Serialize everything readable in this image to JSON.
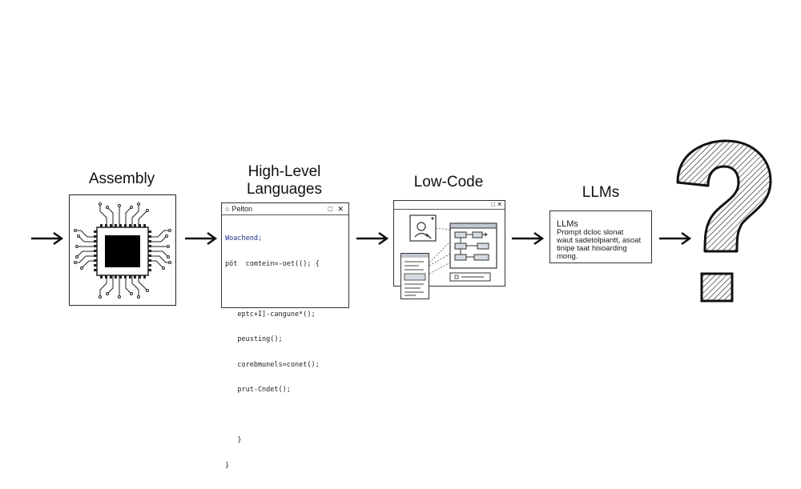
{
  "stages": [
    {
      "id": "assembly",
      "label": "Assembly"
    },
    {
      "id": "high-level",
      "label": "High-Level\nLanguages"
    },
    {
      "id": "low-code",
      "label": "Low-Code"
    },
    {
      "id": "llms",
      "label": "LLMs"
    }
  ],
  "high_level_window": {
    "title": "Pelton",
    "buttons": "□ ✕",
    "code": [
      {
        "text": "Woachend;",
        "kw": true
      },
      {
        "text": "pöt  comtein=-oet((); {",
        "kw": false
      },
      {
        "text": "",
        "kw": false
      },
      {
        "text": "   eptc+I]-cangune*();",
        "kw": false
      },
      {
        "text": "   peusting();",
        "kw": false
      },
      {
        "text": "   corebmunels=conet();",
        "kw": false
      },
      {
        "text": "   prut-Cndet();",
        "kw": false
      },
      {
        "text": "",
        "kw": false
      },
      {
        "text": "   }",
        "kw": false
      },
      {
        "text": "}",
        "kw": false
      }
    ]
  },
  "low_code_window": {
    "buttons": "□ ✕"
  },
  "llm_box": {
    "title": "LLMs",
    "text": "Prompt dcloc slonat\nwaut sadetolpiantt, asoat\ntinipe taat hisoarding\nmong."
  },
  "final_symbol": "?",
  "colors": {
    "ink": "#1a1a1a",
    "accent": "#1f2d8a"
  }
}
